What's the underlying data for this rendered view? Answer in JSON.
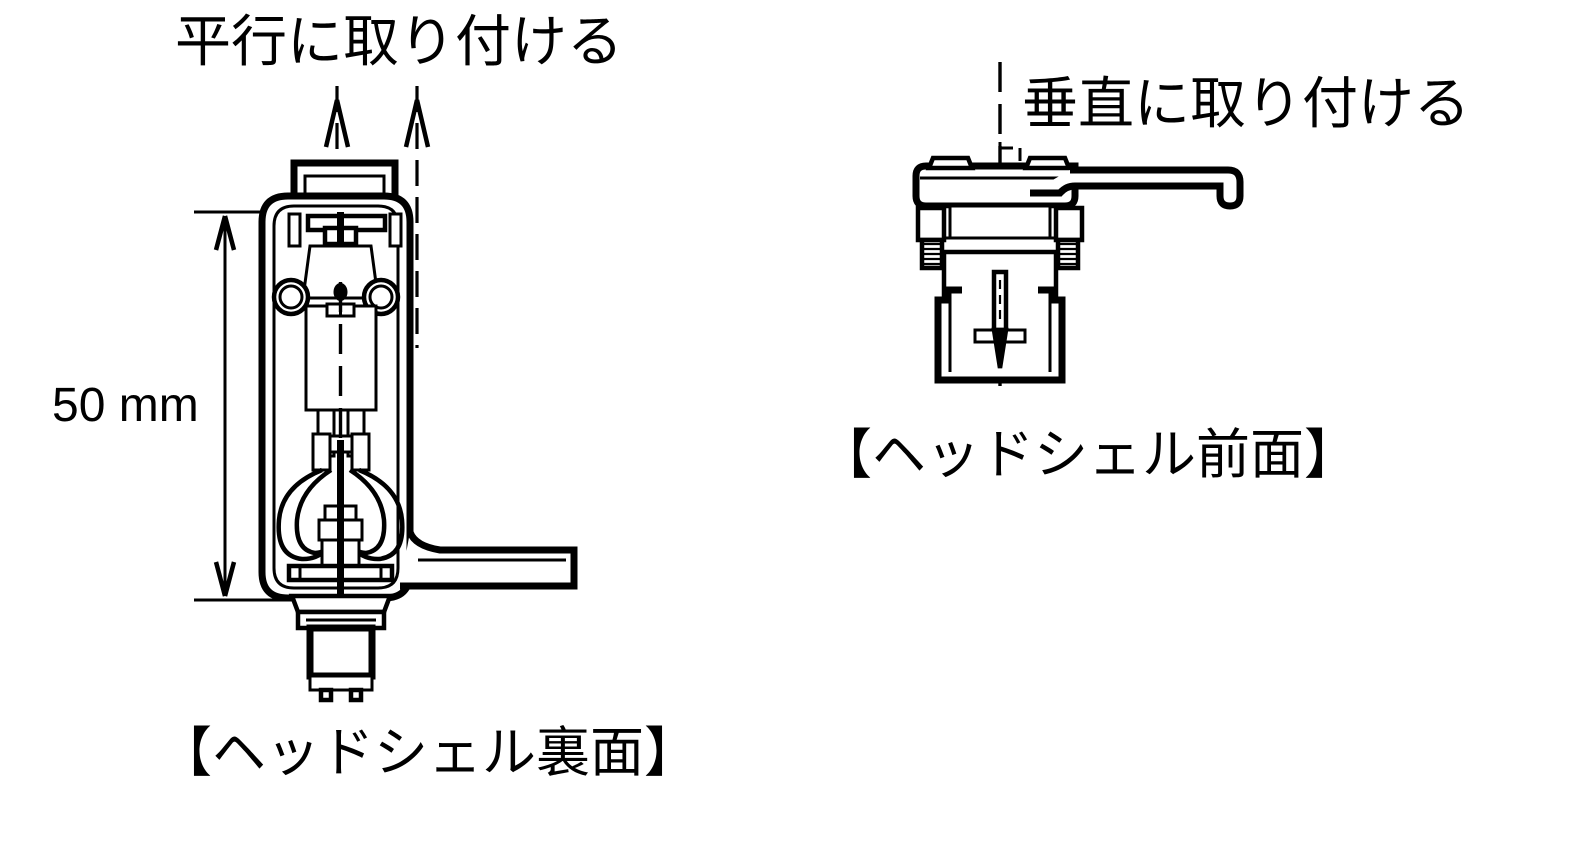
{
  "document": {
    "type": "technical-illustration",
    "subject": "phono cartridge headshell mounting instructions",
    "language": "ja"
  },
  "figures": {
    "left": {
      "callout": "平行に取り付ける",
      "caption": "【ヘッドシェル裏面】",
      "dimension": {
        "value": "50 mm",
        "orientation": "vertical"
      },
      "arrows": {
        "count": 2,
        "direction": "up",
        "style": "dashed-centerline-with-open-arrowhead"
      }
    },
    "right": {
      "callout": "垂直に取り付ける",
      "caption": "【ヘッドシェル前面】",
      "centerline": {
        "style": "dash-dot",
        "orientation": "vertical"
      }
    }
  },
  "colors": {
    "line": "#000000",
    "background": "#ffffff",
    "fill": "#ffffff"
  }
}
